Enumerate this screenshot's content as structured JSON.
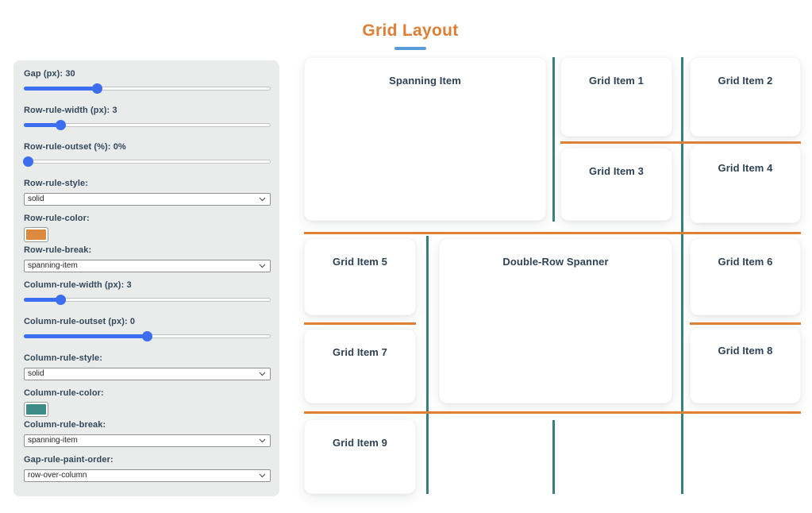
{
  "header": {
    "title": "Grid Layout"
  },
  "colors": {
    "title": "#DF7E35",
    "title_underline": "#5B9BD8",
    "row_rule": "#DE8138",
    "column_rule": "#38807E",
    "row_rule_swatch": "#DD8A3E",
    "column_rule_swatch": "#3E8C87",
    "slider_accent": "#3B6EF0",
    "sidebar_bg": "#E9ECEB",
    "label_text": "#33475B",
    "card_text": "#2F4254"
  },
  "controls": {
    "gap": {
      "label": "Gap (px): 30",
      "fill_pct": 30
    },
    "row_rule_width": {
      "label": "Row-rule-width (px): 3",
      "fill_pct": 15
    },
    "row_rule_outset": {
      "label": "Row-rule-outset (%): 0%",
      "fill_pct": 2
    },
    "row_rule_style": {
      "label": "Row-rule-style:",
      "value": "solid"
    },
    "row_rule_color": {
      "label": "Row-rule-color:",
      "value": "#DD8A3E"
    },
    "row_rule_break": {
      "label": "Row-rule-break:",
      "value": "spanning-item"
    },
    "column_rule_width": {
      "label": "Column-rule-width (px): 3",
      "fill_pct": 15
    },
    "column_rule_outset": {
      "label": "Column-rule-outset (px): 0",
      "fill_pct": 50
    },
    "column_rule_style": {
      "label": "Column-rule-style:",
      "value": "solid"
    },
    "column_rule_color": {
      "label": "Column-rule-color:",
      "value": "#3E8C87"
    },
    "column_rule_break": {
      "label": "Column-rule-break:",
      "value": "spanning-item"
    },
    "gap_rule_paint_order": {
      "label": "Gap-rule-paint-order:",
      "value": "row-over-column"
    }
  },
  "grid": {
    "items": {
      "spanning_item": "Spanning Item",
      "item1": "Grid Item 1",
      "item2": "Grid Item 2",
      "item3": "Grid Item 3",
      "item4": "Grid Item 4",
      "item5": "Grid Item 5",
      "double_row_spanner": "Double-Row Spanner",
      "item6": "Grid Item 6",
      "item7": "Grid Item 7",
      "item8": "Grid Item 8",
      "item9": "Grid Item 9"
    }
  }
}
